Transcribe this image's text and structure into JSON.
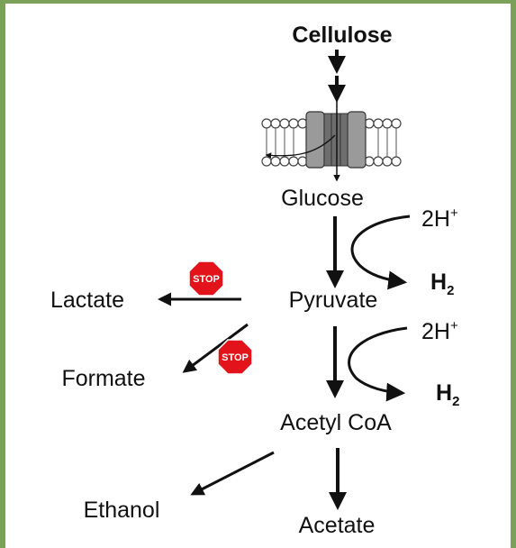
{
  "nodes": {
    "cellulose": "Cellulose",
    "glucose": "Glucose",
    "pyruvate": "Pyruvate",
    "lactate": "Lactate",
    "formate": "Formate",
    "acetyl_coa": "Acetyl CoA",
    "ethanol": "Ethanol",
    "acetate": "Acetate"
  },
  "hydrogenase_1": {
    "protons": "2H",
    "proton_charge": "+",
    "product": "H",
    "product_subscript": "2"
  },
  "hydrogenase_2": {
    "protons": "2H",
    "proton_charge": "+",
    "product": "H",
    "product_subscript": "2"
  },
  "stop_signs": {
    "lactate": "STOP",
    "formate": "STOP"
  },
  "colors": {
    "border": "#7aa05a",
    "stop_red": "#e2131a",
    "membrane_gray": "#9a9a9a"
  }
}
